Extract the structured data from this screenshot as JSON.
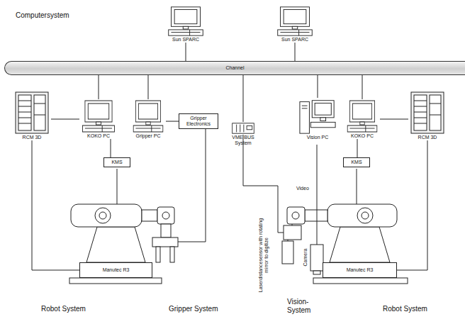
{
  "diagram": {
    "nodes": [
      {
        "text": [
          "Sun SPARC"
        ]
      },
      {
        "text": [
          "Sun SPARC"
        ]
      },
      {
        "text": [
          "Channel"
        ]
      },
      {
        "text": [
          "RCM 3D"
        ]
      },
      {
        "text": [
          "KOKO PC"
        ]
      },
      {
        "text": [
          "Gripper PC"
        ]
      },
      {
        "text": [
          "Gripper Electronics"
        ]
      },
      {
        "text": [
          "KMS"
        ]
      },
      {
        "text": [
          "VME BUS System"
        ]
      },
      {
        "text": [
          "Vision PC"
        ]
      },
      {
        "text": [
          "KOKO PC"
        ]
      },
      {
        "text": [
          "RCM 3D"
        ]
      },
      {
        "text": [
          "KMS"
        ]
      },
      {
        "text": [
          "Manutec R3"
        ]
      },
      {
        "text": [
          "Manutec R3"
        ]
      }
    ],
    "edges": [
      {
        "from": 0,
        "to": 2,
        "arrow": "none"
      },
      {
        "from": 1,
        "to": 2,
        "arrow": "none"
      },
      {
        "from": 2,
        "to": 4,
        "arrow": "none"
      },
      {
        "from": 2,
        "to": 5,
        "arrow": "none"
      },
      {
        "from": 2,
        "to": 8,
        "arrow": "none"
      },
      {
        "from": 2,
        "to": 9,
        "arrow": "none"
      },
      {
        "from": 2,
        "to": 10,
        "arrow": "none"
      },
      {
        "from": 3,
        "to": 4,
        "arrow": "none"
      },
      {
        "from": 5,
        "to": 6,
        "arrow": "none"
      },
      {
        "from": 4,
        "to": 7,
        "arrow": "none"
      },
      {
        "from": 3,
        "to": 13,
        "arrow": "none"
      },
      {
        "from": 11,
        "to": 10,
        "arrow": "none"
      },
      {
        "from": 10,
        "to": 12,
        "arrow": "none"
      },
      {
        "from": 11,
        "to": 14,
        "arrow": "none"
      }
    ],
    "labels": [
      "Computersystem",
      "Video",
      "Laserdistancesensor with rotating mirror to digitize",
      "Camera",
      "Robot System",
      "Gripper System",
      "Vision-System",
      "Robot System"
    ]
  }
}
